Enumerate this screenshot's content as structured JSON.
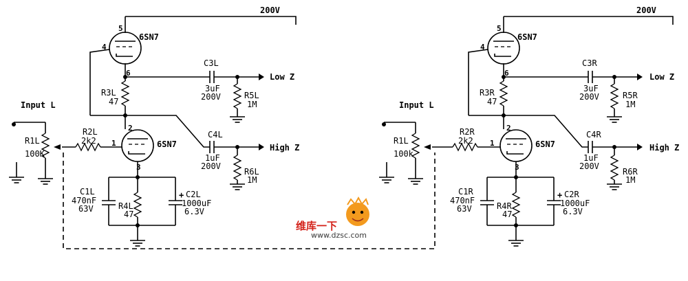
{
  "left_channel": {
    "supply": "200V",
    "tube_upper": "6SN7",
    "tube_lower": "6SN7",
    "pin_upper_5": "5",
    "pin_upper_4": "4",
    "pin_upper_6": "6",
    "pin_lower_2": "2",
    "pin_lower_1": "1",
    "pin_lower_3": "3",
    "input_label": "Input L",
    "r1": "R1L",
    "r1_val": "100K",
    "r2": "R2L",
    "r2_val": "2k2",
    "r3": "R3L",
    "r3_val": "47",
    "c3": "C3L",
    "c3_val1": "3uF",
    "c3_val2": "200V",
    "r5": "R5L",
    "r5_val": "1M",
    "out_low": "Low Z",
    "c4": "C4L",
    "c4_val1": "1uF",
    "c4_val2": "200V",
    "r6": "R6L",
    "r6_val": "1M",
    "out_high": "High Z",
    "c1": "C1L",
    "c1_val1": "470nF",
    "c1_val2": "63V",
    "r4": "R4L",
    "r4_val": "47",
    "c2": "C2L",
    "c2_val1": "1000uF",
    "c2_val2": "6.3V",
    "plus": "+"
  },
  "right_channel": {
    "supply": "200V",
    "tube_upper": "6SN7",
    "tube_lower": "6SN7",
    "pin_upper_5": "5",
    "pin_upper_4": "4",
    "pin_upper_6": "6",
    "pin_lower_2": "2",
    "pin_lower_1": "1",
    "pin_lower_3": "3",
    "input_label": "Input L",
    "r1": "R1L",
    "r1_val": "100k",
    "r2": "R2R",
    "r2_val": "2k2",
    "r3": "R3R",
    "r3_val": "47",
    "c3": "C3R",
    "c3_val1": "3uF",
    "c3_val2": "200V",
    "r5": "R5R",
    "r5_val": "1M",
    "out_low": "Low Z",
    "c4": "C4R",
    "c4_val1": "1uF",
    "c4_val2": "200V",
    "r6": "R6R",
    "r6_val": "1M",
    "out_high": "High Z",
    "c1": "C1R",
    "c1_val1": "470nF",
    "c1_val2": "63V",
    "r4": "R4R",
    "r4_val": "47",
    "c2": "C2R",
    "c2_val1": "1000uF",
    "c2_val2": "6.3V",
    "plus": "+"
  },
  "watermark": {
    "cn_text": "维库一下",
    "url": "www.dzsc.com"
  }
}
